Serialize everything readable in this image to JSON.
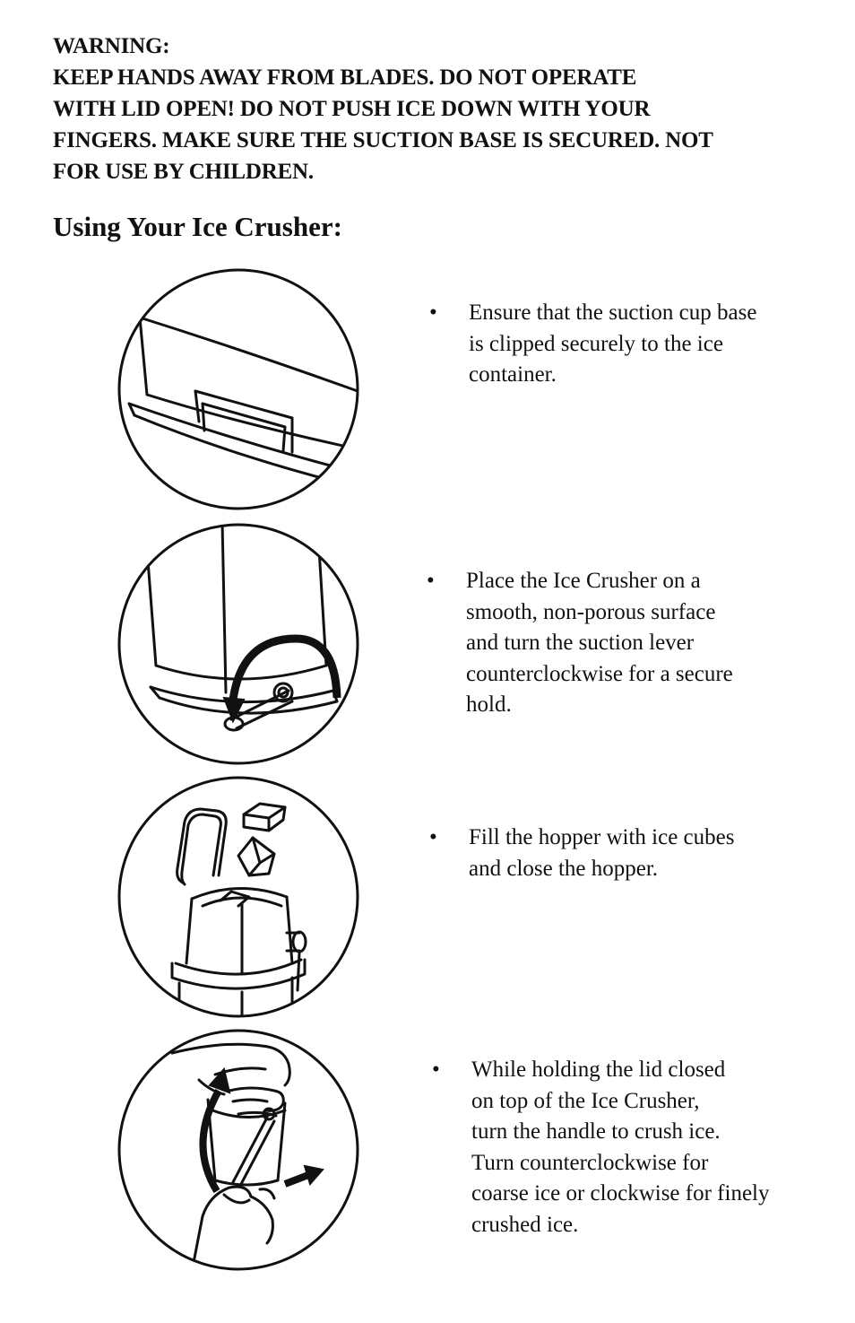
{
  "warning": {
    "lines": [
      "WARNING:",
      "KEEP HANDS AWAY FROM BLADES. DO NOT OPERATE",
      "WITH LID OPEN! DO NOT PUSH ICE DOWN WITH YOUR",
      "FINGERS. MAKE SURE THE SUCTION BASE IS SECURED. NOT",
      "FOR USE BY CHILDREN."
    ]
  },
  "section_title": "Using Your Ice Crusher:",
  "steps": [
    {
      "bullet": "•",
      "lines": [
        "Ensure that the suction cup base",
        "is clipped securely to the ice",
        "container."
      ]
    },
    {
      "bullet": "•",
      "lines": [
        "Place the Ice Crusher on a",
        "smooth, non-porous surface",
        "and turn the suction lever",
        "counterclockwise for a secure",
        "hold."
      ]
    },
    {
      "bullet": "•",
      "lines": [
        "Fill the hopper with ice cubes",
        "and close the hopper."
      ]
    },
    {
      "bullet": "•",
      "lines": [
        "While holding the lid closed",
        "on top of  the Ice Crusher,",
        "turn the handle to crush ice.",
        "Turn counterclockwise for",
        "coarse ice or clockwise for finely",
        "crushed ice."
      ]
    }
  ]
}
